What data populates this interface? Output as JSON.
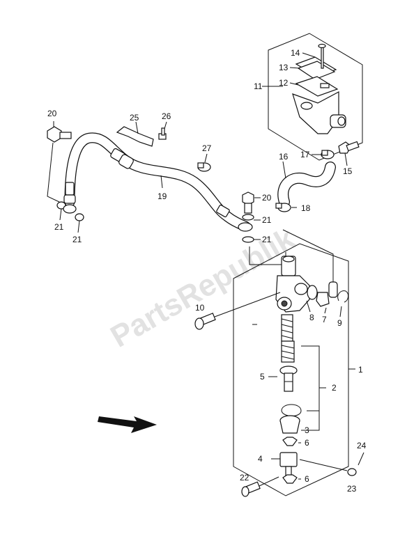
{
  "watermark": "PartsRepublik",
  "callouts": [
    {
      "id": "c1",
      "text": "1"
    },
    {
      "id": "c2",
      "text": "2"
    },
    {
      "id": "c3",
      "text": "3"
    },
    {
      "id": "c4",
      "text": "4"
    },
    {
      "id": "c5",
      "text": "5"
    },
    {
      "id": "c6a",
      "text": "6"
    },
    {
      "id": "c6b",
      "text": "6"
    },
    {
      "id": "c7",
      "text": "7"
    },
    {
      "id": "c8",
      "text": "8"
    },
    {
      "id": "c9",
      "text": "9"
    },
    {
      "id": "c10",
      "text": "10"
    },
    {
      "id": "c11",
      "text": "11"
    },
    {
      "id": "c12",
      "text": "12"
    },
    {
      "id": "c13",
      "text": "13"
    },
    {
      "id": "c14",
      "text": "14"
    },
    {
      "id": "c15",
      "text": "15"
    },
    {
      "id": "c16",
      "text": "16"
    },
    {
      "id": "c17",
      "text": "17"
    },
    {
      "id": "c18",
      "text": "18"
    },
    {
      "id": "c19",
      "text": "19"
    },
    {
      "id": "c20a",
      "text": "20"
    },
    {
      "id": "c20b",
      "text": "20"
    },
    {
      "id": "c21a",
      "text": "21"
    },
    {
      "id": "c21b",
      "text": "21"
    },
    {
      "id": "c21c",
      "text": "21"
    },
    {
      "id": "c21d",
      "text": "21"
    },
    {
      "id": "c22",
      "text": "22"
    },
    {
      "id": "c23",
      "text": "23"
    },
    {
      "id": "c24",
      "text": "24"
    },
    {
      "id": "c25",
      "text": "25"
    },
    {
      "id": "c26",
      "text": "26"
    },
    {
      "id": "c27",
      "text": "27"
    }
  ]
}
